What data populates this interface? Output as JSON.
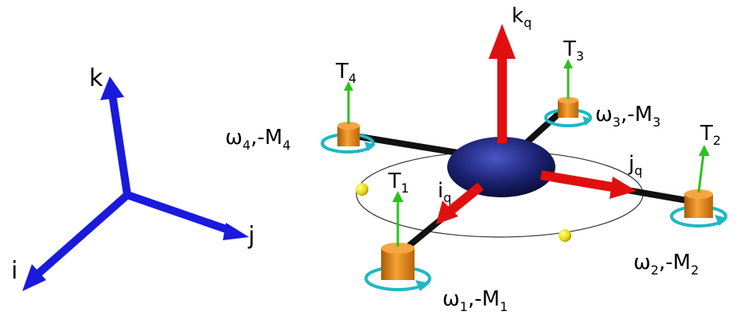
{
  "colors": {
    "world_axis": "#1a1adc",
    "quad_axis": "#e01010",
    "arm": "#111111",
    "body": "#1c2373",
    "motor": "#e8860c",
    "thrust": "#2cc21c",
    "rotation": "#1fb7c4",
    "marker": "#e6e600"
  },
  "world_frame": {
    "k": "k",
    "j": "j",
    "i": "i"
  },
  "quad_frame": {
    "k": "k",
    "k_sub": "q",
    "j": "j",
    "j_sub": "q",
    "i": "i",
    "i_sub": "q"
  },
  "thrusts": {
    "t1": "T",
    "t1_sub": "1",
    "t2": "T",
    "t2_sub": "2",
    "t3": "T",
    "t3_sub": "3",
    "t4": "T",
    "t4_sub": "4"
  },
  "rotors": {
    "r1_omega": "ω",
    "r1_omega_sub": "1",
    "r1_moment": ",-M",
    "r1_moment_sub": "1",
    "r2_omega": "ω",
    "r2_omega_sub": "2",
    "r2_moment": ",-M",
    "r2_moment_sub": "2",
    "r3_omega": "ω",
    "r3_omega_sub": "3",
    "r3_moment": ",-M",
    "r3_moment_sub": "3",
    "r4_omega": "ω",
    "r4_omega_sub": "4",
    "r4_moment": ",-M",
    "r4_moment_sub": "4"
  },
  "icons": {
    "rotation_arrow": "curved-arrow-icon",
    "marker": "sphere-icon"
  }
}
